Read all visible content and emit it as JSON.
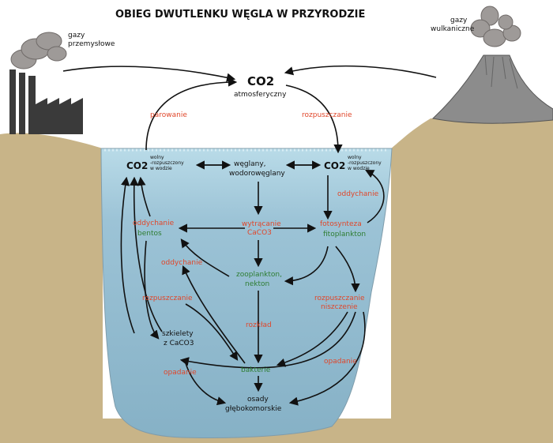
{
  "title": "OBIEG DWUTLENKU WĘGLA W PRZYRODZIE",
  "colors": {
    "ground": "#c8b488",
    "water": "#8fb8ce",
    "water_top": "#b9dbe8",
    "smoke": "#9e9a98",
    "factory": "#3a3a3a",
    "volcano": "#8c8c8c",
    "label_red": "#e0462a",
    "label_green": "#2e7d32",
    "arrow": "#111111"
  },
  "icons": [
    "factory-icon",
    "smoke-cloud-icon",
    "volcano-icon"
  ],
  "sources": {
    "industrial": "gazy przemysłowe",
    "industrial_l1": "gazy",
    "industrial_l2": "przemysłowe",
    "volcanic": "gazy wulkaniczne",
    "volcanic_l1": "gazy",
    "volcanic_l2": "wulkaniczne"
  },
  "nodes": {
    "co2_atm": "CO2",
    "co2_atm_sub": "atmosferyczny",
    "co2_left": "CO2",
    "co2_right": "CO2",
    "co2_note_l1": "wolny",
    "co2_note_l2": "-rozpuszczony",
    "co2_note_l3": "w wodzie",
    "carbonates_l1": "węglany,",
    "carbonates_l2": "wodorowęglany",
    "respiration_benthos": "oddychanie",
    "benthos": "bentos",
    "precipitation_l1": "wytrącanie",
    "precipitation_l2": "CaCO3",
    "photosynthesis": "fotosynteza",
    "phytoplankton": "fitoplankton",
    "zooplankton_l1": "zooplankton,",
    "zooplankton_l2": "nekton",
    "skeletons_l1": "szkielety",
    "skeletons_l2": "z CaCO3",
    "bacteria": "bakterie",
    "sediments_l1": "osady",
    "sediments_l2": "głębokomorskie"
  },
  "processes": {
    "evaporation": "parowanie",
    "dissolving_top": "rozpuszczanie",
    "respiration_right": "oddychanie",
    "respiration_mid": "oddychanie",
    "dissolving_left": "rozpuszczanie",
    "dissolving_destruction_l1": "rozpuszczanie",
    "dissolving_destruction_l2": "niszczenie",
    "decomposition": "rozkład",
    "settling_left": "opadanie",
    "settling_right": "opadanie"
  }
}
